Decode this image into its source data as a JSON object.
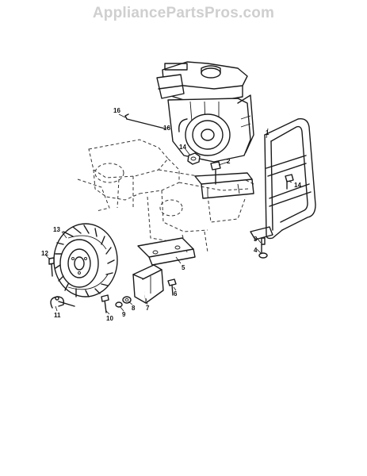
{
  "watermark": {
    "text": "AppliancePartsPros.com"
  },
  "callouts": [
    {
      "id": "c1",
      "label": "1"
    },
    {
      "id": "c2",
      "label": "2"
    },
    {
      "id": "c3",
      "label": "3"
    },
    {
      "id": "c4",
      "label": "4"
    },
    {
      "id": "c5",
      "label": "5"
    },
    {
      "id": "c6",
      "label": "6"
    },
    {
      "id": "c7",
      "label": "7"
    },
    {
      "id": "c8",
      "label": "8"
    },
    {
      "id": "c9",
      "label": "9"
    },
    {
      "id": "c10",
      "label": "10"
    },
    {
      "id": "c11",
      "label": "11"
    },
    {
      "id": "c12",
      "label": "12"
    },
    {
      "id": "c13",
      "label": "13"
    },
    {
      "id": "c14a",
      "label": "14"
    },
    {
      "id": "c14b",
      "label": "14"
    },
    {
      "id": "c16a",
      "label": "16"
    },
    {
      "id": "c16b",
      "label": "16"
    }
  ]
}
